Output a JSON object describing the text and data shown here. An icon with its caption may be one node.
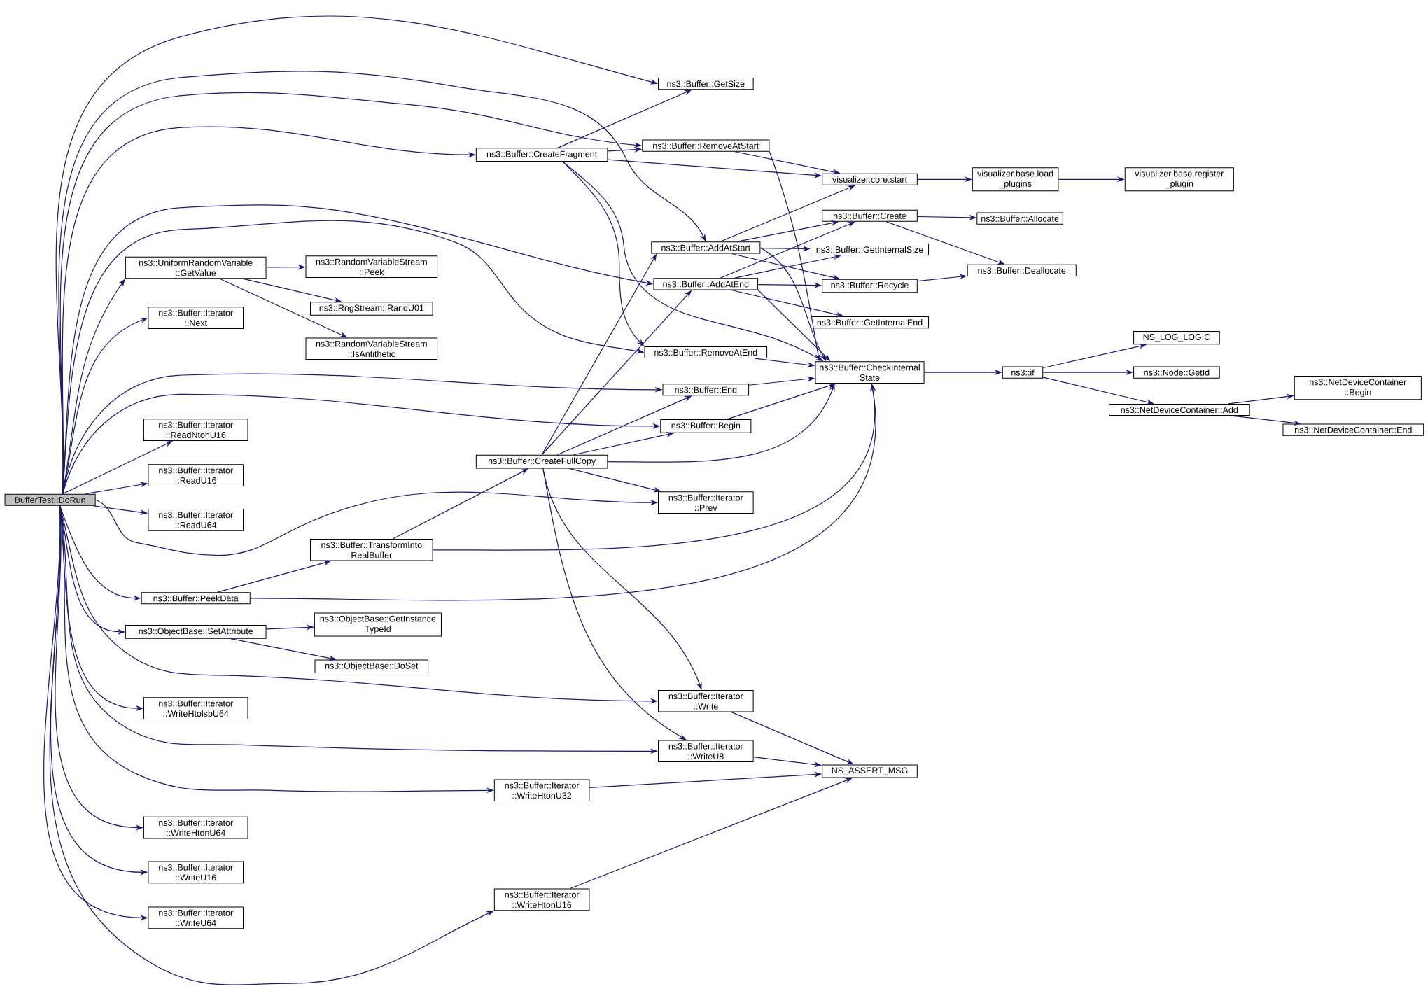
{
  "diagram": {
    "nodes": [
      {
        "text": [
          "BufferTest::DoRun"
        ]
      },
      {
        "text": [
          "ns3::Buffer::GetSize"
        ]
      },
      {
        "text": [
          "ns3::Buffer::RemoveAtStart"
        ]
      },
      {
        "text": [
          "ns3::Buffer::CreateFragment"
        ]
      },
      {
        "text": [
          "visualizer.core.start"
        ]
      },
      {
        "text": [
          "visualizer.base.load _plugins"
        ]
      },
      {
        "text": [
          "visualizer.base.register _plugin"
        ]
      },
      {
        "text": [
          "ns3::Buffer::Create"
        ]
      },
      {
        "text": [
          "ns3::Buffer::Allocate"
        ]
      },
      {
        "text": [
          "ns3::Buffer::AddAtStart"
        ]
      },
      {
        "text": [
          "ns3::Buffer::GetInternalSize"
        ]
      },
      {
        "text": [
          "ns3::UniformRandomVariable ::GetValue"
        ]
      },
      {
        "text": [
          "ns3::RandomVariableStream ::Peek"
        ]
      },
      {
        "text": [
          "ns3::Buffer::Deallocate"
        ]
      },
      {
        "text": [
          "ns3::Buffer::AddAtEnd"
        ]
      },
      {
        "text": [
          "ns3::Buffer::Recycle"
        ]
      },
      {
        "text": [
          "ns3::RngStream::RandU01"
        ]
      },
      {
        "text": [
          "ns3::Buffer::Iterator ::Next"
        ]
      },
      {
        "text": [
          "ns3::Buffer::GetInternalEnd"
        ]
      },
      {
        "text": [
          "ns3::RandomVariableStream ::IsAntithetic"
        ]
      },
      {
        "text": [
          "NS_LOG_LOGIC"
        ]
      },
      {
        "text": [
          "ns3::Buffer::RemoveAtEnd"
        ]
      },
      {
        "text": [
          "ns3::Buffer::CheckInternal State"
        ]
      },
      {
        "text": [
          "ns3::if"
        ]
      },
      {
        "text": [
          "ns3::Node::GetId"
        ]
      },
      {
        "text": [
          "ns3::NetDeviceContainer ::Begin"
        ]
      },
      {
        "text": [
          "ns3::Buffer::End"
        ]
      },
      {
        "text": [
          "ns3::NetDeviceContainer::Add"
        ]
      },
      {
        "text": [
          "ns3::NetDeviceContainer::End"
        ]
      },
      {
        "text": [
          "ns3::Buffer::Begin"
        ]
      },
      {
        "text": [
          "ns3::Buffer::Iterator ::ReadNtohU16"
        ]
      },
      {
        "text": [
          "ns3::Buffer::CreateFullCopy"
        ]
      },
      {
        "text": [
          "ns3::Buffer::Iterator ::ReadU16"
        ]
      },
      {
        "text": [
          "ns3::Buffer::Iterator ::Prev"
        ]
      },
      {
        "text": [
          "ns3::Buffer::Iterator ::ReadU64"
        ]
      },
      {
        "text": [
          "ns3::Buffer::TransformInto RealBuffer"
        ]
      },
      {
        "text": [
          "ns3::Buffer::PeekData"
        ]
      },
      {
        "text": [
          "ns3::ObjectBase::GetInstance TypeId"
        ]
      },
      {
        "text": [
          "ns3::ObjectBase::SetAttribute"
        ]
      },
      {
        "text": [
          "ns3::ObjectBase::DoSet"
        ]
      },
      {
        "text": [
          "ns3::Buffer::Iterator ::Write"
        ]
      },
      {
        "text": [
          "ns3::Buffer::Iterator ::WriteHtolsbU64"
        ]
      },
      {
        "text": [
          "ns3::Buffer::Iterator ::WriteU8"
        ]
      },
      {
        "text": [
          "NS_ASSERT_MSG"
        ]
      },
      {
        "text": [
          "ns3::Buffer::Iterator ::WriteHtonU32"
        ]
      },
      {
        "text": [
          "ns3::Buffer::Iterator ::WriteHtonU64"
        ]
      },
      {
        "text": [
          "ns3::Buffer::Iterator ::WriteU16"
        ]
      },
      {
        "text": [
          "ns3::Buffer::Iterator ::WriteU64"
        ]
      },
      {
        "text": [
          "ns3::Buffer::Iterator ::WriteHtonU16"
        ]
      }
    ],
    "edges": [
      {
        "from": 0,
        "to": 1,
        "arrow": "to"
      },
      {
        "from": 0,
        "to": 2,
        "arrow": "to"
      },
      {
        "from": 0,
        "to": 3,
        "arrow": "to"
      },
      {
        "from": 0,
        "to": 9,
        "arrow": "to"
      },
      {
        "from": 0,
        "to": 14,
        "arrow": "to"
      },
      {
        "from": 0,
        "to": 21,
        "arrow": "to"
      },
      {
        "from": 0,
        "to": 11,
        "arrow": "to"
      },
      {
        "from": 0,
        "to": 17,
        "arrow": "to"
      },
      {
        "from": 0,
        "to": 26,
        "arrow": "to"
      },
      {
        "from": 0,
        "to": 29,
        "arrow": "to"
      },
      {
        "from": 0,
        "to": 30,
        "arrow": "to"
      },
      {
        "from": 0,
        "to": 32,
        "arrow": "to"
      },
      {
        "from": 0,
        "to": 34,
        "arrow": "to"
      },
      {
        "from": 0,
        "to": 33,
        "arrow": "to"
      },
      {
        "from": 0,
        "to": 36,
        "arrow": "to"
      },
      {
        "from": 0,
        "to": 38,
        "arrow": "to"
      },
      {
        "from": 0,
        "to": 40,
        "arrow": "to"
      },
      {
        "from": 0,
        "to": 41,
        "arrow": "to"
      },
      {
        "from": 0,
        "to": 42,
        "arrow": "to"
      },
      {
        "from": 0,
        "to": 44,
        "arrow": "to"
      },
      {
        "from": 0,
        "to": 45,
        "arrow": "to"
      },
      {
        "from": 0,
        "to": 46,
        "arrow": "to"
      },
      {
        "from": 0,
        "to": 47,
        "arrow": "to"
      },
      {
        "from": 0,
        "to": 48,
        "arrow": "to"
      },
      {
        "from": 3,
        "to": 1,
        "arrow": "to"
      },
      {
        "from": 3,
        "to": 2,
        "arrow": "to"
      },
      {
        "from": 3,
        "to": 4,
        "arrow": "to"
      },
      {
        "from": 3,
        "to": 22,
        "arrow": "to"
      },
      {
        "from": 3,
        "to": 21,
        "arrow": "to"
      },
      {
        "from": 2,
        "to": 4,
        "arrow": "to"
      },
      {
        "from": 2,
        "to": 22,
        "arrow": "to"
      },
      {
        "from": 4,
        "to": 5,
        "arrow": "to"
      },
      {
        "from": 5,
        "to": 6,
        "arrow": "to"
      },
      {
        "from": 9,
        "to": 4,
        "arrow": "to"
      },
      {
        "from": 9,
        "to": 7,
        "arrow": "to"
      },
      {
        "from": 9,
        "to": 10,
        "arrow": "to"
      },
      {
        "from": 9,
        "to": 15,
        "arrow": "to"
      },
      {
        "from": 9,
        "to": 22,
        "arrow": "to"
      },
      {
        "from": 14,
        "to": 7,
        "arrow": "to"
      },
      {
        "from": 14,
        "to": 10,
        "arrow": "to"
      },
      {
        "from": 14,
        "to": 15,
        "arrow": "to"
      },
      {
        "from": 14,
        "to": 18,
        "arrow": "to"
      },
      {
        "from": 14,
        "to": 22,
        "arrow": "to"
      },
      {
        "from": 7,
        "to": 8,
        "arrow": "to"
      },
      {
        "from": 7,
        "to": 13,
        "arrow": "to"
      },
      {
        "from": 15,
        "to": 13,
        "arrow": "to"
      },
      {
        "from": 11,
        "to": 12,
        "arrow": "to"
      },
      {
        "from": 11,
        "to": 16,
        "arrow": "to"
      },
      {
        "from": 11,
        "to": 19,
        "arrow": "to"
      },
      {
        "from": 21,
        "to": 22,
        "arrow": "to"
      },
      {
        "from": 26,
        "to": 22,
        "arrow": "to"
      },
      {
        "from": 29,
        "to": 22,
        "arrow": "to"
      },
      {
        "from": 22,
        "to": 23,
        "arrow": "to"
      },
      {
        "from": 23,
        "to": 20,
        "arrow": "to"
      },
      {
        "from": 23,
        "to": 24,
        "arrow": "to"
      },
      {
        "from": 23,
        "to": 27,
        "arrow": "to"
      },
      {
        "from": 27,
        "to": 25,
        "arrow": "to"
      },
      {
        "from": 27,
        "to": 28,
        "arrow": "to"
      },
      {
        "from": 31,
        "to": 9,
        "arrow": "to"
      },
      {
        "from": 31,
        "to": 14,
        "arrow": "to"
      },
      {
        "from": 31,
        "to": 26,
        "arrow": "to"
      },
      {
        "from": 31,
        "to": 29,
        "arrow": "to"
      },
      {
        "from": 31,
        "to": 22,
        "arrow": "to"
      },
      {
        "from": 31,
        "to": 33,
        "arrow": "to"
      },
      {
        "from": 31,
        "to": 40,
        "arrow": "to"
      },
      {
        "from": 31,
        "to": 42,
        "arrow": "to"
      },
      {
        "from": 35,
        "to": 31,
        "arrow": "to"
      },
      {
        "from": 35,
        "to": 22,
        "arrow": "to"
      },
      {
        "from": 36,
        "to": 35,
        "arrow": "to"
      },
      {
        "from": 36,
        "to": 22,
        "arrow": "to"
      },
      {
        "from": 38,
        "to": 37,
        "arrow": "to"
      },
      {
        "from": 38,
        "to": 39,
        "arrow": "to"
      },
      {
        "from": 40,
        "to": 43,
        "arrow": "to"
      },
      {
        "from": 42,
        "to": 43,
        "arrow": "to"
      },
      {
        "from": 44,
        "to": 43,
        "arrow": "to"
      },
      {
        "from": 48,
        "to": 43,
        "arrow": "to"
      }
    ]
  }
}
